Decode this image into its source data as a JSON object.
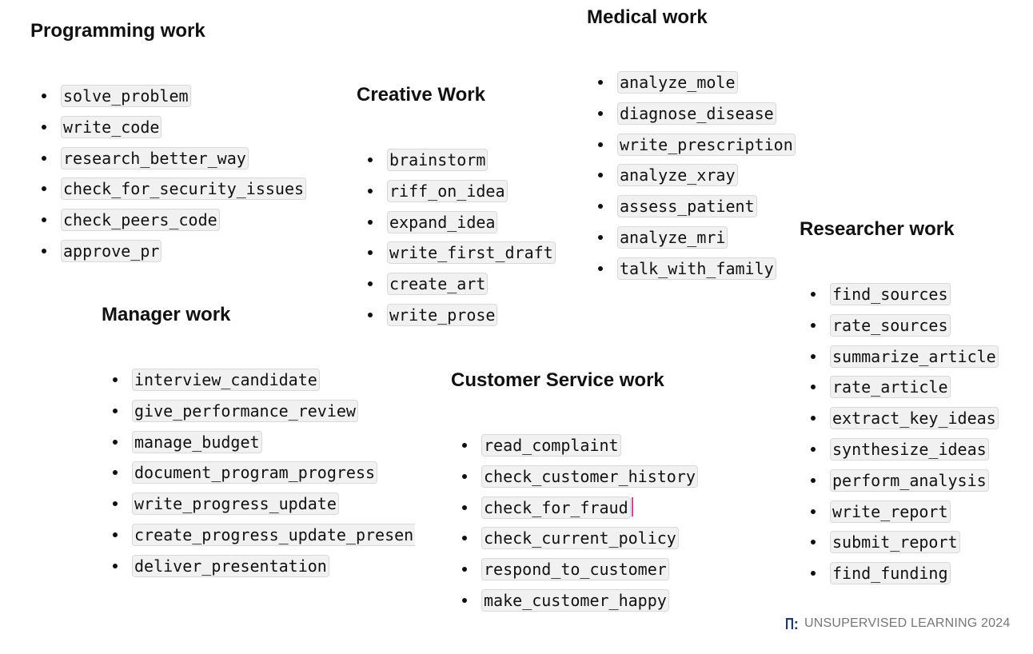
{
  "sections": {
    "programming": {
      "title": "Programming work",
      "items": [
        "solve_problem",
        "write_code",
        "research_better_way",
        "check_for_security_issues",
        "check_peers_code",
        "approve_pr"
      ]
    },
    "creative": {
      "title": "Creative Work",
      "items": [
        "brainstorm",
        "riff_on_idea",
        "expand_idea",
        "write_first_draft",
        "create_art",
        "write_prose"
      ]
    },
    "medical": {
      "title": "Medical work",
      "items": [
        "analyze_mole",
        "diagnose_disease",
        "write_prescription",
        "analyze_xray",
        "assess_patient",
        "analyze_mri",
        "talk_with_family"
      ]
    },
    "researcher": {
      "title": "Researcher work",
      "items": [
        "find_sources",
        "rate_sources",
        "summarize_article",
        "rate_article",
        "extract_key_ideas",
        "synthesize_ideas",
        "perform_analysis",
        "write_report",
        "submit_report",
        "find_funding"
      ]
    },
    "manager": {
      "title": "Manager work",
      "items": [
        "interview_candidate",
        "give_performance_review",
        "manage_budget",
        "document_program_progress",
        "write_progress_update",
        "create_progress_update_presen",
        "deliver_presentation"
      ]
    },
    "customer_service": {
      "title": "Customer Service work",
      "items": [
        "read_complaint",
        "check_customer_history",
        "check_for_fraud",
        "check_current_policy",
        "respond_to_customer",
        "make_customer_happy"
      ]
    }
  },
  "footer": {
    "text": "UNSUPERVISED LEARNING 2024",
    "logo_icon": "ul-logo-icon",
    "logo_color": "#1f3a78"
  },
  "caret_color": "#e0409a"
}
